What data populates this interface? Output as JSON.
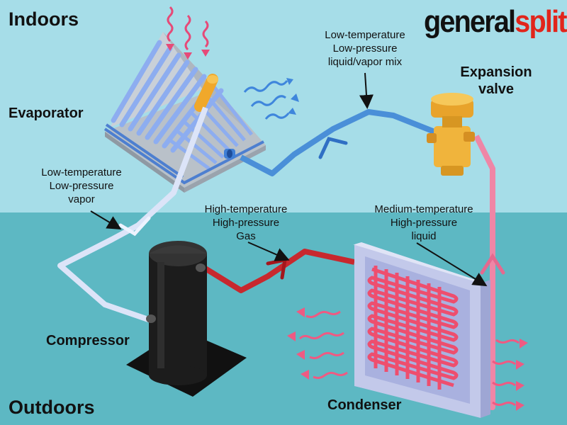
{
  "zones": {
    "indoor": "Indoors",
    "outdoor": "Outdoors"
  },
  "brand": {
    "part1": "general",
    "part2": "split"
  },
  "components": {
    "evaporator": "Evaporator",
    "compressor": "Compressor",
    "condenser": "Condenser",
    "expansion_valve": [
      "Expansion",
      "valve"
    ]
  },
  "states": {
    "after_valve": [
      "Low-temperature",
      "Low-pressure",
      "liquid/vapor mix"
    ],
    "after_evaporator": [
      "Low-temperature",
      "Low-pressure",
      "vapor"
    ],
    "after_compressor": [
      "High-temperature",
      "High-pressure",
      "Gas"
    ],
    "after_condenser": [
      "Medium-temperature",
      "High-pressure",
      "liquid"
    ]
  },
  "colors": {
    "indoor_bg": "#a6dde8",
    "outdoor_bg": "#5db8c3",
    "cold_liquid_line": "#4a8fd8",
    "vapor_line": "#dce4f8",
    "hot_gas_line": "#c8282e",
    "warm_liquid_line": "#ef86a6",
    "valve": "#f0b43c",
    "compressor": "#1c1c1c"
  }
}
